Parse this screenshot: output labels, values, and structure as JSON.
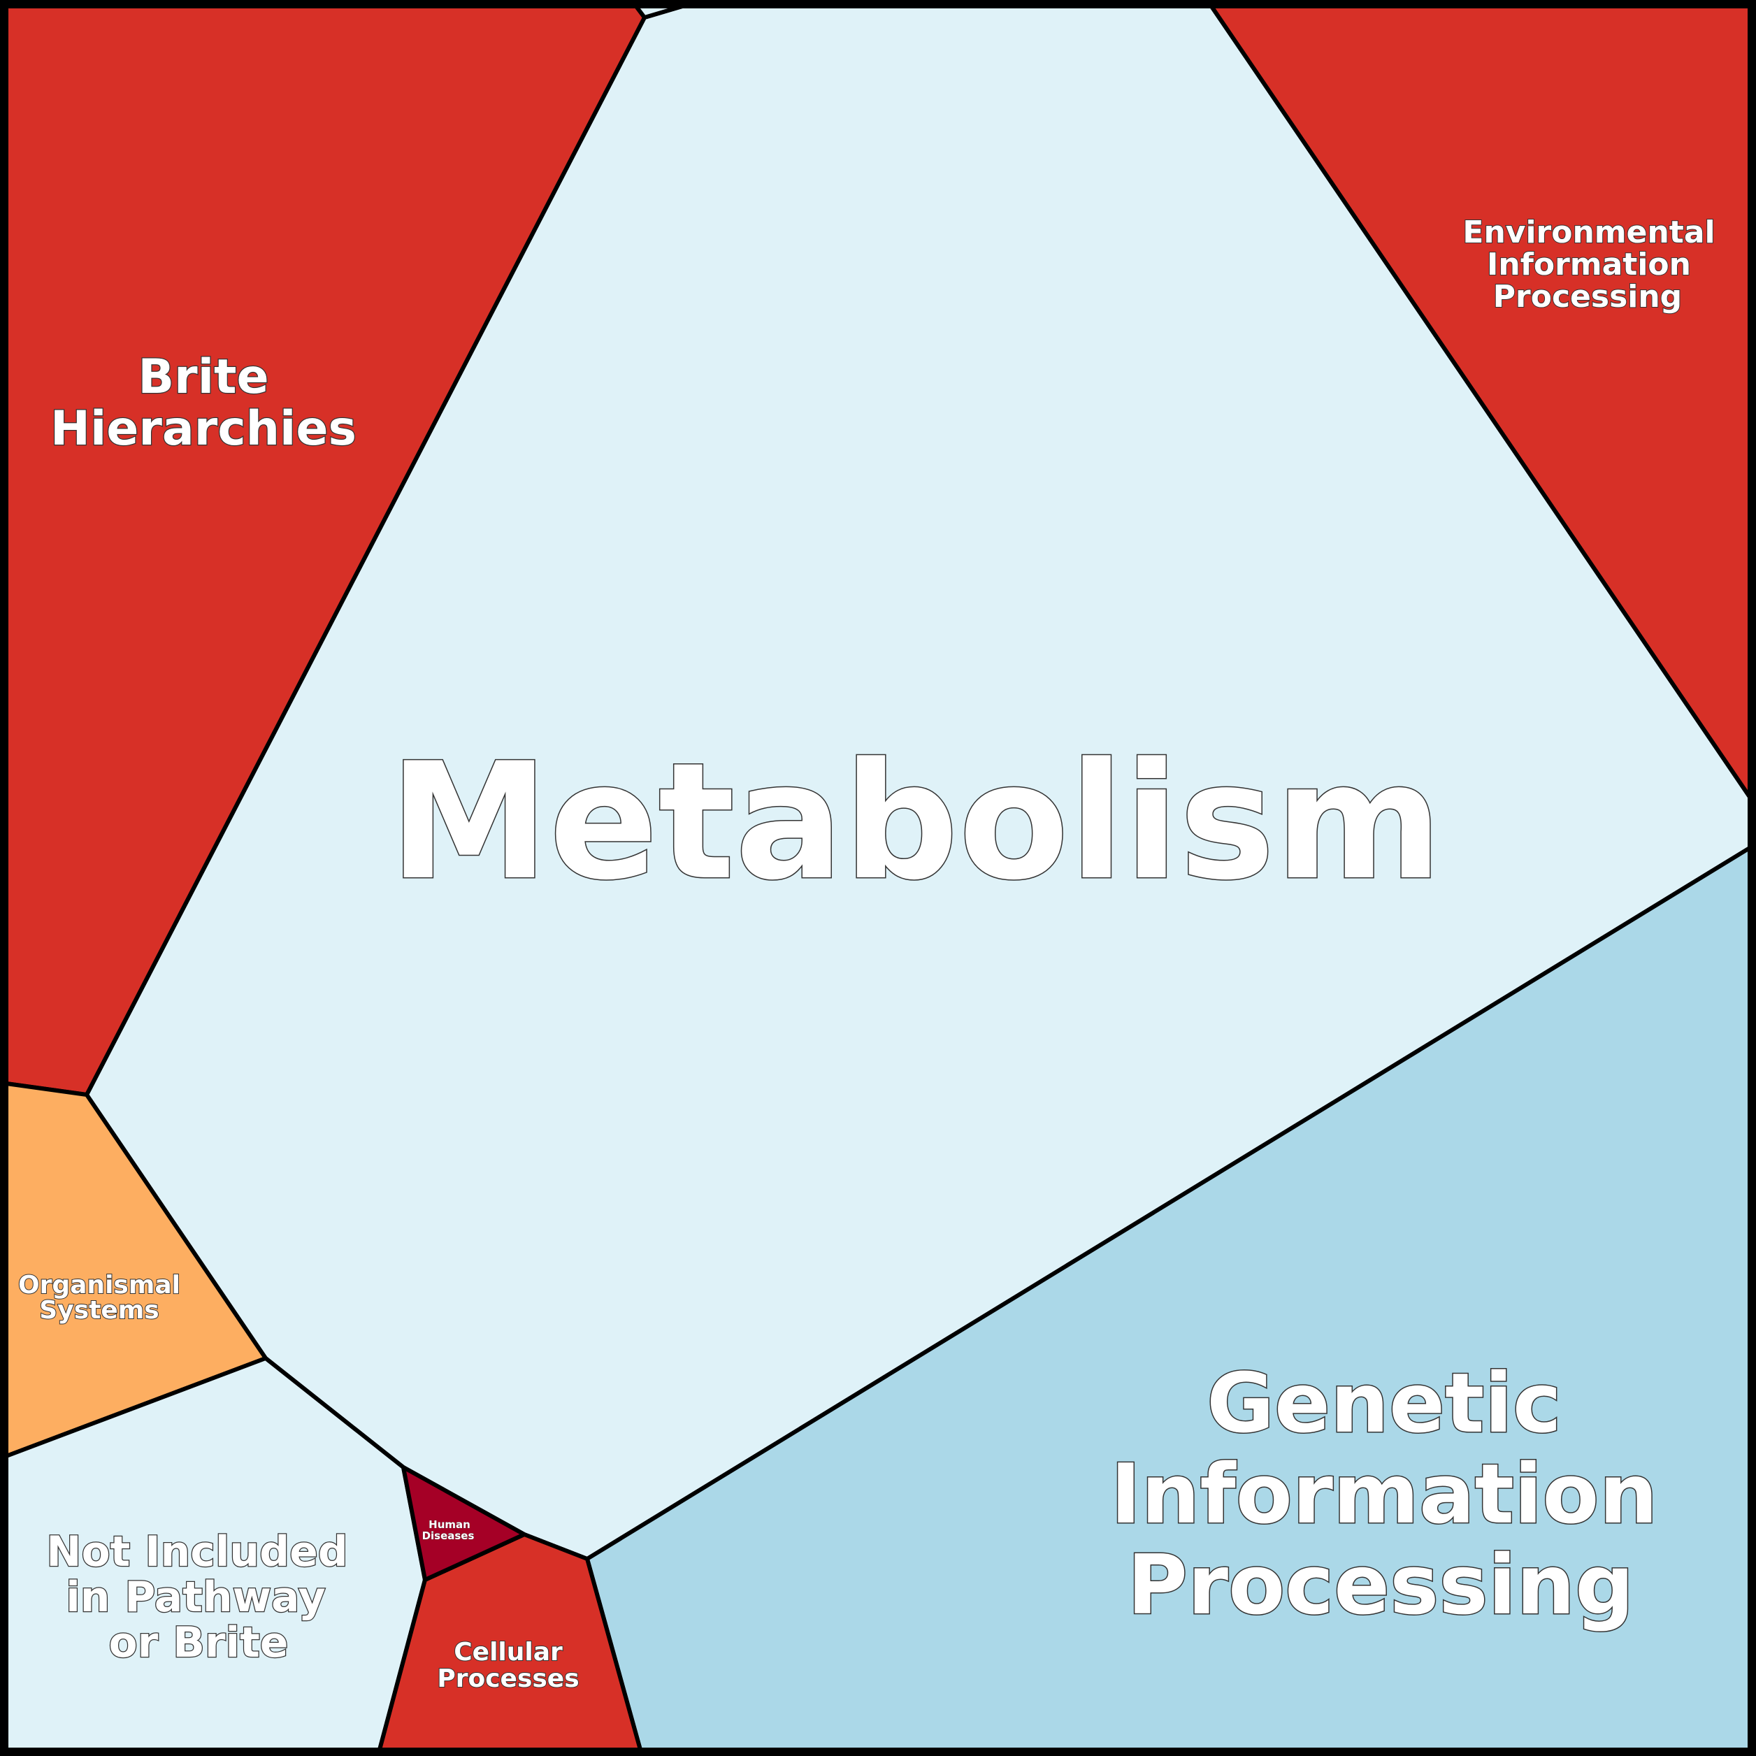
{
  "colors": {
    "metabolism": "#dff2f8",
    "genetic_information_processing": "#abd8e8",
    "environmental_information_processing": "#d73027",
    "brite_hierarchies": "#d73027",
    "cellular_processes": "#d73027",
    "organismal_systems": "#fdae61",
    "human_diseases": "#a50026",
    "not_included": "#dff2f8",
    "border": "#000000"
  },
  "categories": {
    "metabolism": {
      "name": "Metabolism"
    },
    "genetic_information_processing": {
      "line1": "Genetic",
      "line2": "Information",
      "line3": "Processing"
    },
    "environmental_information_processing": {
      "line1": "Environmental",
      "line2": "Information",
      "line3": "Processing"
    },
    "brite_hierarchies": {
      "line1": "Brite",
      "line2": "Hierarchies"
    },
    "organismal_systems": {
      "line1": "Organismal",
      "line2": "Systems"
    },
    "not_included": {
      "line1": "Not Included",
      "line2": "in Pathway",
      "line3": "or Brite"
    },
    "cellular_processes": {
      "line1": "Cellular",
      "line2": "Processes"
    },
    "human_diseases": {
      "line1": "Human",
      "line2": "Diseases"
    }
  }
}
